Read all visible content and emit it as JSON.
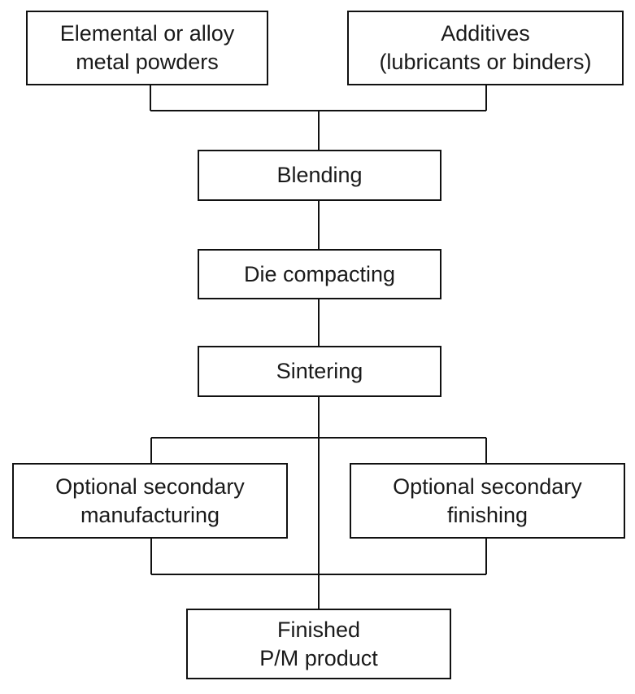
{
  "diagram": {
    "nodes": {
      "powders": {
        "line1": "Elemental or alloy",
        "line2": "metal powders"
      },
      "additives": {
        "line1": "Additives",
        "line2": "(lubricants or binders)"
      },
      "blending": {
        "label": "Blending"
      },
      "die_compacting": {
        "label": "Die compacting"
      },
      "sintering": {
        "label": "Sintering"
      },
      "secondary_manufacturing": {
        "line1": "Optional secondary",
        "line2": "manufacturing"
      },
      "secondary_finishing": {
        "line1": "Optional secondary",
        "line2": "finishing"
      },
      "finished_product": {
        "line1": "Finished",
        "line2": "P/M product"
      }
    },
    "edges": [
      {
        "from": "powders",
        "to": "blending"
      },
      {
        "from": "additives",
        "to": "blending"
      },
      {
        "from": "blending",
        "to": "die_compacting"
      },
      {
        "from": "die_compacting",
        "to": "sintering"
      },
      {
        "from": "sintering",
        "to": "secondary_manufacturing"
      },
      {
        "from": "sintering",
        "to": "secondary_finishing"
      },
      {
        "from": "sintering",
        "to": "finished_product"
      },
      {
        "from": "secondary_manufacturing",
        "to": "finished_product"
      },
      {
        "from": "secondary_finishing",
        "to": "finished_product"
      }
    ],
    "colors": {
      "line": "#111111",
      "box_border": "#111111",
      "text": "#1a1a1a",
      "background": "#ffffff"
    }
  }
}
